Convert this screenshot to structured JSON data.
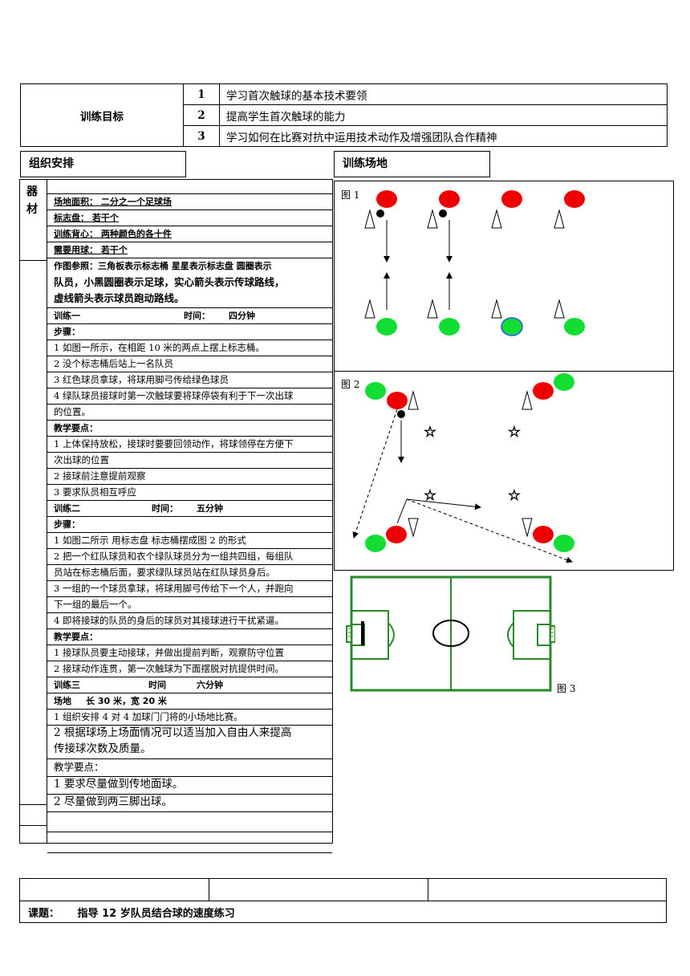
{
  "goals": {
    "label": "训练目标",
    "items": [
      {
        "num": "1",
        "text": "学习首次触球的基本技术要领"
      },
      {
        "num": "2",
        "text": "提高学生首次触球的能力"
      },
      {
        "num": "3",
        "text": "学习如何在比赛对抗中运用技术动作及增强团队合作精神"
      }
    ]
  },
  "headers": {
    "org": "组织安排",
    "field": "训练场地"
  },
  "equipment": {
    "label_1": "器",
    "label_2": "材",
    "lines": [
      "场地面积：  二分之一个足球场",
      "标志盘：  若干个",
      "训练背心：  两种颜色的各十件",
      "需要用球：  若干个"
    ]
  },
  "legend": {
    "line1": "作图参照：三角板表示标志桶  星星表示标志盘   圆圈表示",
    "line2": "队员，小黑圆圈表示足球，实心箭头表示传球路线，",
    "line3": "虚线箭头表示球员跑动路线。"
  },
  "drill1": {
    "name": "训练一",
    "time_label": "时间：",
    "time_value": "四分钟",
    "steps_label": "步骤：",
    "steps": [
      "1 如图一所示，在相距 10 米的两点上摆上标志桶。",
      "2 没个标志桶后站上一名队员",
      "3 红色球员拿球，将球用脚弓传给绿色球员",
      "4 绿队球员接球时第一次触球要将球停袋有利于下一次出球",
      "的位置。"
    ],
    "points_label": "教学要点：",
    "points": [
      "1 上体保持放松，接球时要要回领动作，将球领停在方便下",
      "次出球的位置",
      "2 接球前注意提前观察",
      "3 要求队员相互呼应"
    ]
  },
  "drill2": {
    "name": "训练二",
    "time_label": "时间：",
    "time_value": "五分钟",
    "steps_label": "步骤：",
    "steps": [
      "1 如图二所示  用标志盘  标志桶摆成图 2 的形式",
      "2 把一个红队球员和衣个绿队球员分为一组共四组，每组队",
      "员站在标志桶后面，要求绿队球员站在红队球员身后。",
      "3 一组的一个球员拿球，将球用脚弓传给下一个人，并跑向",
      "下一组的最后一个。",
      "4 即将接球的队员的身后的球员对其接球进行干扰紧逼。"
    ],
    "points_label": "教学要点：",
    "points": [
      "1 接球队员要主动接球，并做出提前判断，观察防守位置",
      "2 接球动作连贯，第一次触球为下面摆脱对抗提供时间。"
    ]
  },
  "drill3": {
    "name": "训练三",
    "time_label": "时间",
    "time_value": "六分钟",
    "field_label": "场地",
    "field_value": "长 30 米，宽 20 米",
    "items": [
      "1 组织安排 4 对 4 加球门门将的小场地比赛。",
      "2 根据球场上场面情况可以适当加入自由人来提高",
      "传接球次数及质量。"
    ],
    "points_label": "教学要点：",
    "points": [
      "1 要求尽量做到传地面球。",
      "2 尽量做到两三脚出球。"
    ]
  },
  "figures": {
    "fig1": "图 1",
    "fig2": "图 2",
    "fig3": "图 3"
  },
  "footer": {
    "topic_label": "课题：",
    "topic_text": "指导 12 岁队员结合球的速度练习"
  },
  "colors": {
    "red_player": "#ee0000",
    "green_player": "#11dd33",
    "blue_outline": "#2255ff",
    "field_green": "#2a8a2a"
  }
}
